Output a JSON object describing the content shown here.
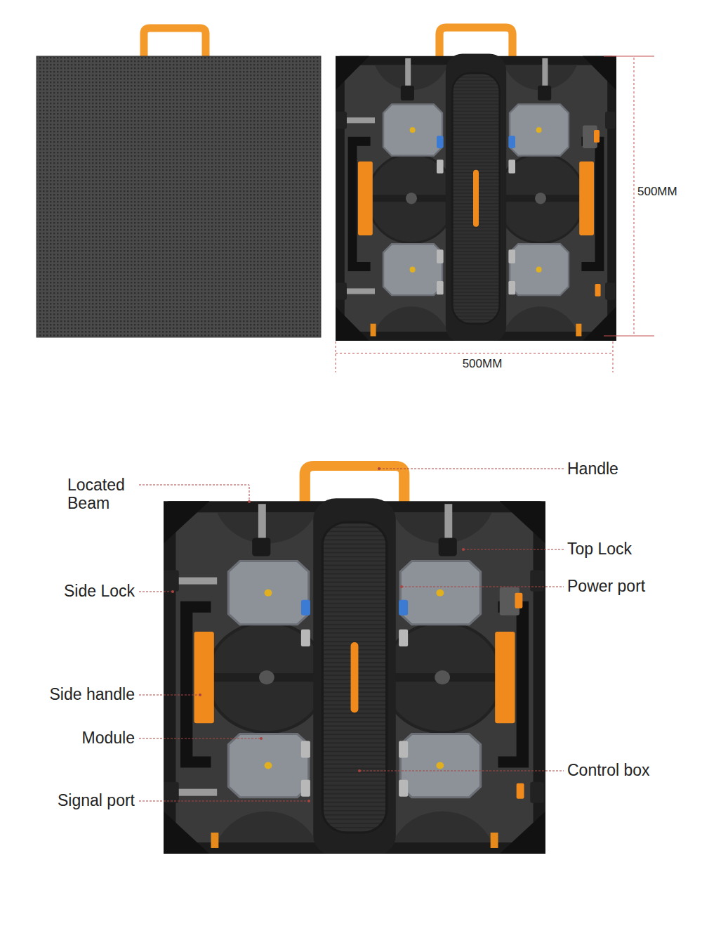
{
  "diagram": {
    "labels": [
      "500MM",
      "500MM",
      "Handle",
      "Located Beam",
      "Top Lock",
      "Side Lock",
      "Power port",
      "Side handle",
      "Module",
      "Control box",
      "Signal port"
    ]
  }
}
